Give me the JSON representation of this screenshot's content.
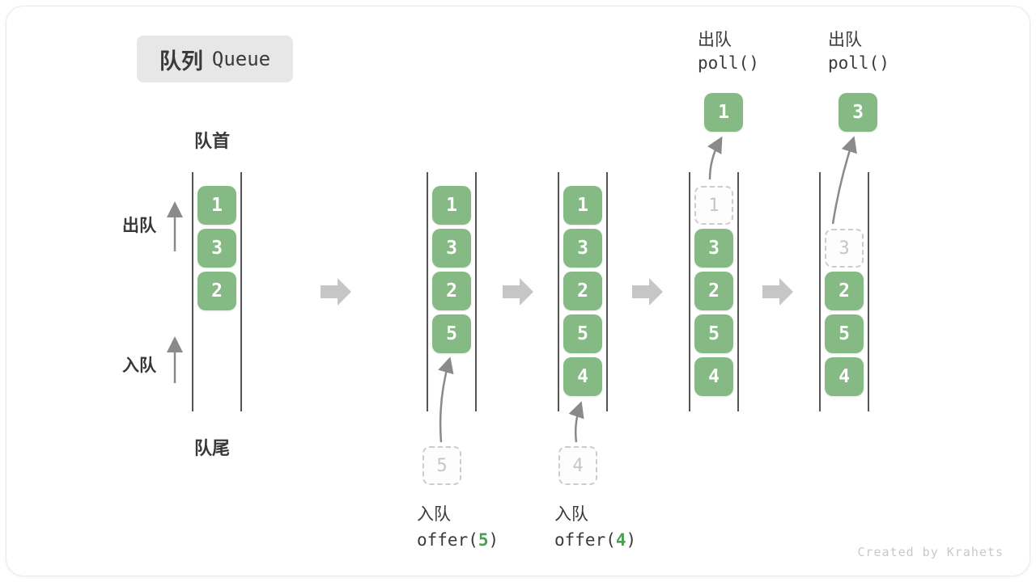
{
  "title": {
    "zh": "队列",
    "en": "Queue"
  },
  "labels": {
    "front": "队首",
    "rear": "队尾",
    "dequeue": "出队",
    "enqueue": "入队"
  },
  "credit": "Created by Krahets",
  "colors": {
    "cell_green": "#86ba84",
    "arg_green": "#4d9e50",
    "rail_gray": "#555555",
    "block_arrow_gray": "#c6c6c6",
    "thin_arrow_gray": "#8a8a8a",
    "ghost_gray": "#cccccc",
    "title_bg": "#e7e7e7",
    "text_dark": "#3a3a3a",
    "credit_gray": "#c9c9c9"
  },
  "queues": [
    {
      "slots": [
        {
          "value": "1"
        },
        {
          "value": "3"
        },
        {
          "value": "2"
        }
      ]
    },
    {
      "slots": [
        {
          "value": "1"
        },
        {
          "value": "3"
        },
        {
          "value": "2"
        },
        {
          "value": "5"
        }
      ],
      "op": {
        "label": "入队",
        "code_before": "offer(",
        "arg": "5",
        "code_after": ")",
        "ghost": "5"
      }
    },
    {
      "slots": [
        {
          "value": "1"
        },
        {
          "value": "3"
        },
        {
          "value": "2"
        },
        {
          "value": "5"
        },
        {
          "value": "4"
        }
      ],
      "op": {
        "label": "入队",
        "code_before": "offer(",
        "arg": "4",
        "code_after": ")",
        "ghost": "4"
      }
    },
    {
      "ghost": "1",
      "slots": [
        {
          "value": "3"
        },
        {
          "value": "2"
        },
        {
          "value": "5"
        },
        {
          "value": "4"
        }
      ],
      "op": {
        "label": "出队",
        "code": "poll()",
        "out": "1"
      }
    },
    {
      "ghost": "3",
      "slots": [
        {
          "value": "2"
        },
        {
          "value": "5"
        },
        {
          "value": "4"
        }
      ],
      "op": {
        "label": "出队",
        "code": "poll()",
        "out": "3"
      }
    }
  ]
}
